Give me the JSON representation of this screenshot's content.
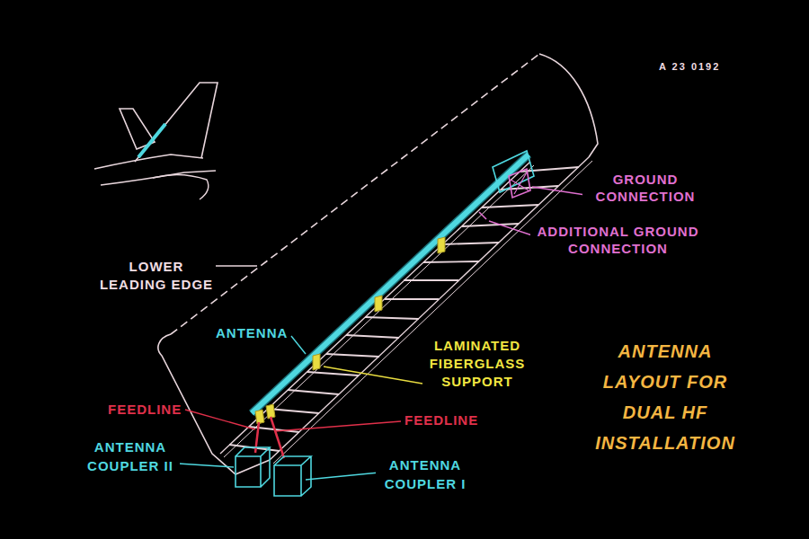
{
  "diagram": {
    "title": "ANTENNA LAYOUT FOR DUAL HF INSTALLATION",
    "labels": [
      "A 23 0192",
      "GROUND CONNECTION",
      "ADDITIONAL GROUND CONNECTION",
      "LOWER LEADING EDGE",
      "ANTENNA",
      "LAMINATED FIBERGLASS SUPPORT",
      "FEEDLINE",
      "FEEDLINE",
      "ANTENNA COUPLER II",
      "ANTENNA COUPLER I"
    ]
  }
}
